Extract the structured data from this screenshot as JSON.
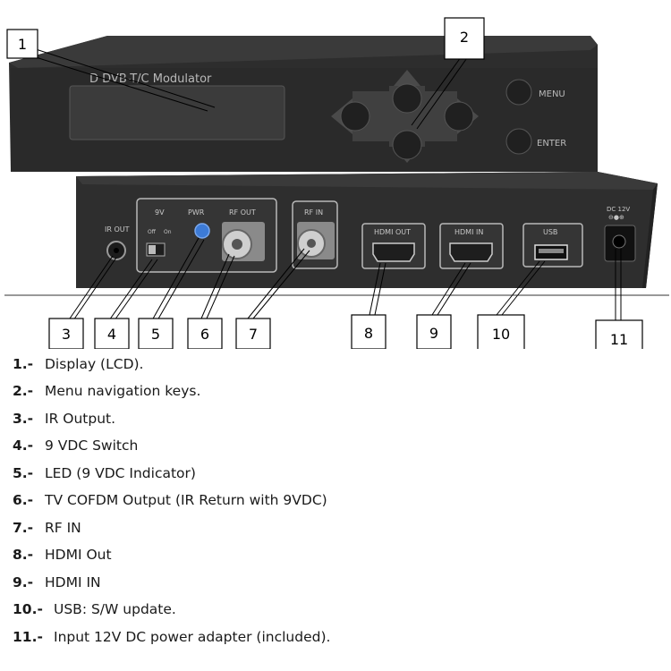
{
  "device": {
    "front_label": "D DVB-T/C Modulator",
    "menu_label": "MENU",
    "enter_label": "ENTER",
    "ir_out_label": "IR OUT",
    "switch_label": "9V",
    "switch_off": "Off",
    "switch_on": "On",
    "pwr_label": "PWR",
    "rf_out_label": "RF OUT",
    "rf_in_label": "RF IN",
    "hdmi_out_label": "HDMI OUT",
    "hdmi_in_label": "HDMI IN",
    "usb_label": "USB",
    "dc_label": "DC 12V"
  },
  "callouts": [
    "1",
    "2",
    "3",
    "4",
    "5",
    "6",
    "7",
    "8",
    "9",
    "10",
    "11"
  ],
  "legend": [
    {
      "num": "1.-",
      "text": "Display (LCD)."
    },
    {
      "num": "2.-",
      "text": "Menu navigation keys."
    },
    {
      "num": "3.-",
      "text": "IR Output."
    },
    {
      "num": "4.-",
      "text": "9 VDC Switch"
    },
    {
      "num": "5.-",
      "text": "LED (9 VDC Indicator)"
    },
    {
      "num": "6.-",
      "text": "TV COFDM Output (IR Return with 9VDC)"
    },
    {
      "num": "7.-",
      "text": "RF IN"
    },
    {
      "num": "8.-",
      "text": "HDMI Out"
    },
    {
      "num": "9.-",
      "text": "HDMI IN"
    },
    {
      "num": "10.-",
      "text": "USB: S/W update."
    },
    {
      "num": "11.-",
      "text": "Input 12V DC power adapter (included)."
    }
  ]
}
